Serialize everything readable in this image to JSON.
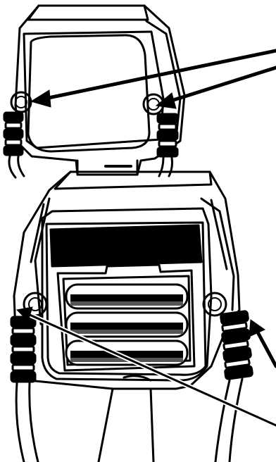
{
  "figure": {
    "top_view": "battery-cover-closed",
    "bottom_view": "battery-cover-open",
    "battery_count": 3,
    "line_color": "#000000",
    "background_color": "#ffffff"
  }
}
